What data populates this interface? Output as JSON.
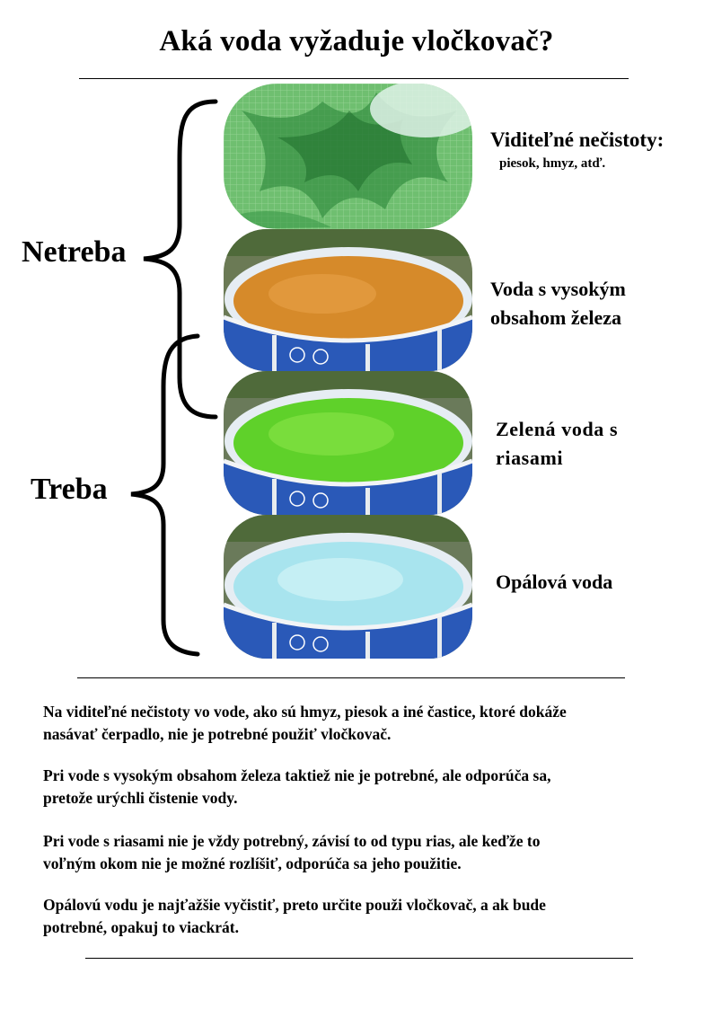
{
  "title": "Aká voda vyžaduje vločkovač?",
  "groups": {
    "netreba": "Netreba",
    "treba": "Treba"
  },
  "captions": {
    "visible_impurities": "Viditeľné nečistoty:",
    "visible_impurities_examples": "piesok, hmyz, atď.",
    "iron_water_line1": "Voda s vysokým",
    "iron_water_line2": "obsahom železa",
    "green_water_line1": "Zelená voda s",
    "green_water_line2": "riasami",
    "opal_water": "Opálová voda"
  },
  "paragraphs": {
    "p1_line1": "Na viditeľné nečistoty vo vode, ako sú hmyz, piesok a iné častice, ktoré dokáže",
    "p1_line2": "nasávať čerpadlo, nie je potrebné použiť vločkovač.",
    "p2_line1": "Pri vode s vysokým obsahom železa taktiež nie je potrebné, ale odporúča sa,",
    "p2_line2": "pretože urýchli čistenie vody.",
    "p3_line1": "Pri vode s riasami nie je vždy potrebný, závisí to od typu rias, ale keďže to",
    "p3_line2": "voľným okom nie je možné rozlíšiť, odporúča sa jeho použitie.",
    "p4_line1": "Opálovú vodu je najťažšie vyčistiť, preto určite použi vločkovač, a ak bude",
    "p4_line2": "potrebné, opakuj to viackrát."
  },
  "colors": {
    "clear_water": "#3f9a4a",
    "iron_water": "#d68a2a",
    "algae_water": "#5fd12a",
    "opal_water": "#a8e4ee",
    "pool_wall": "#2a59b8"
  }
}
